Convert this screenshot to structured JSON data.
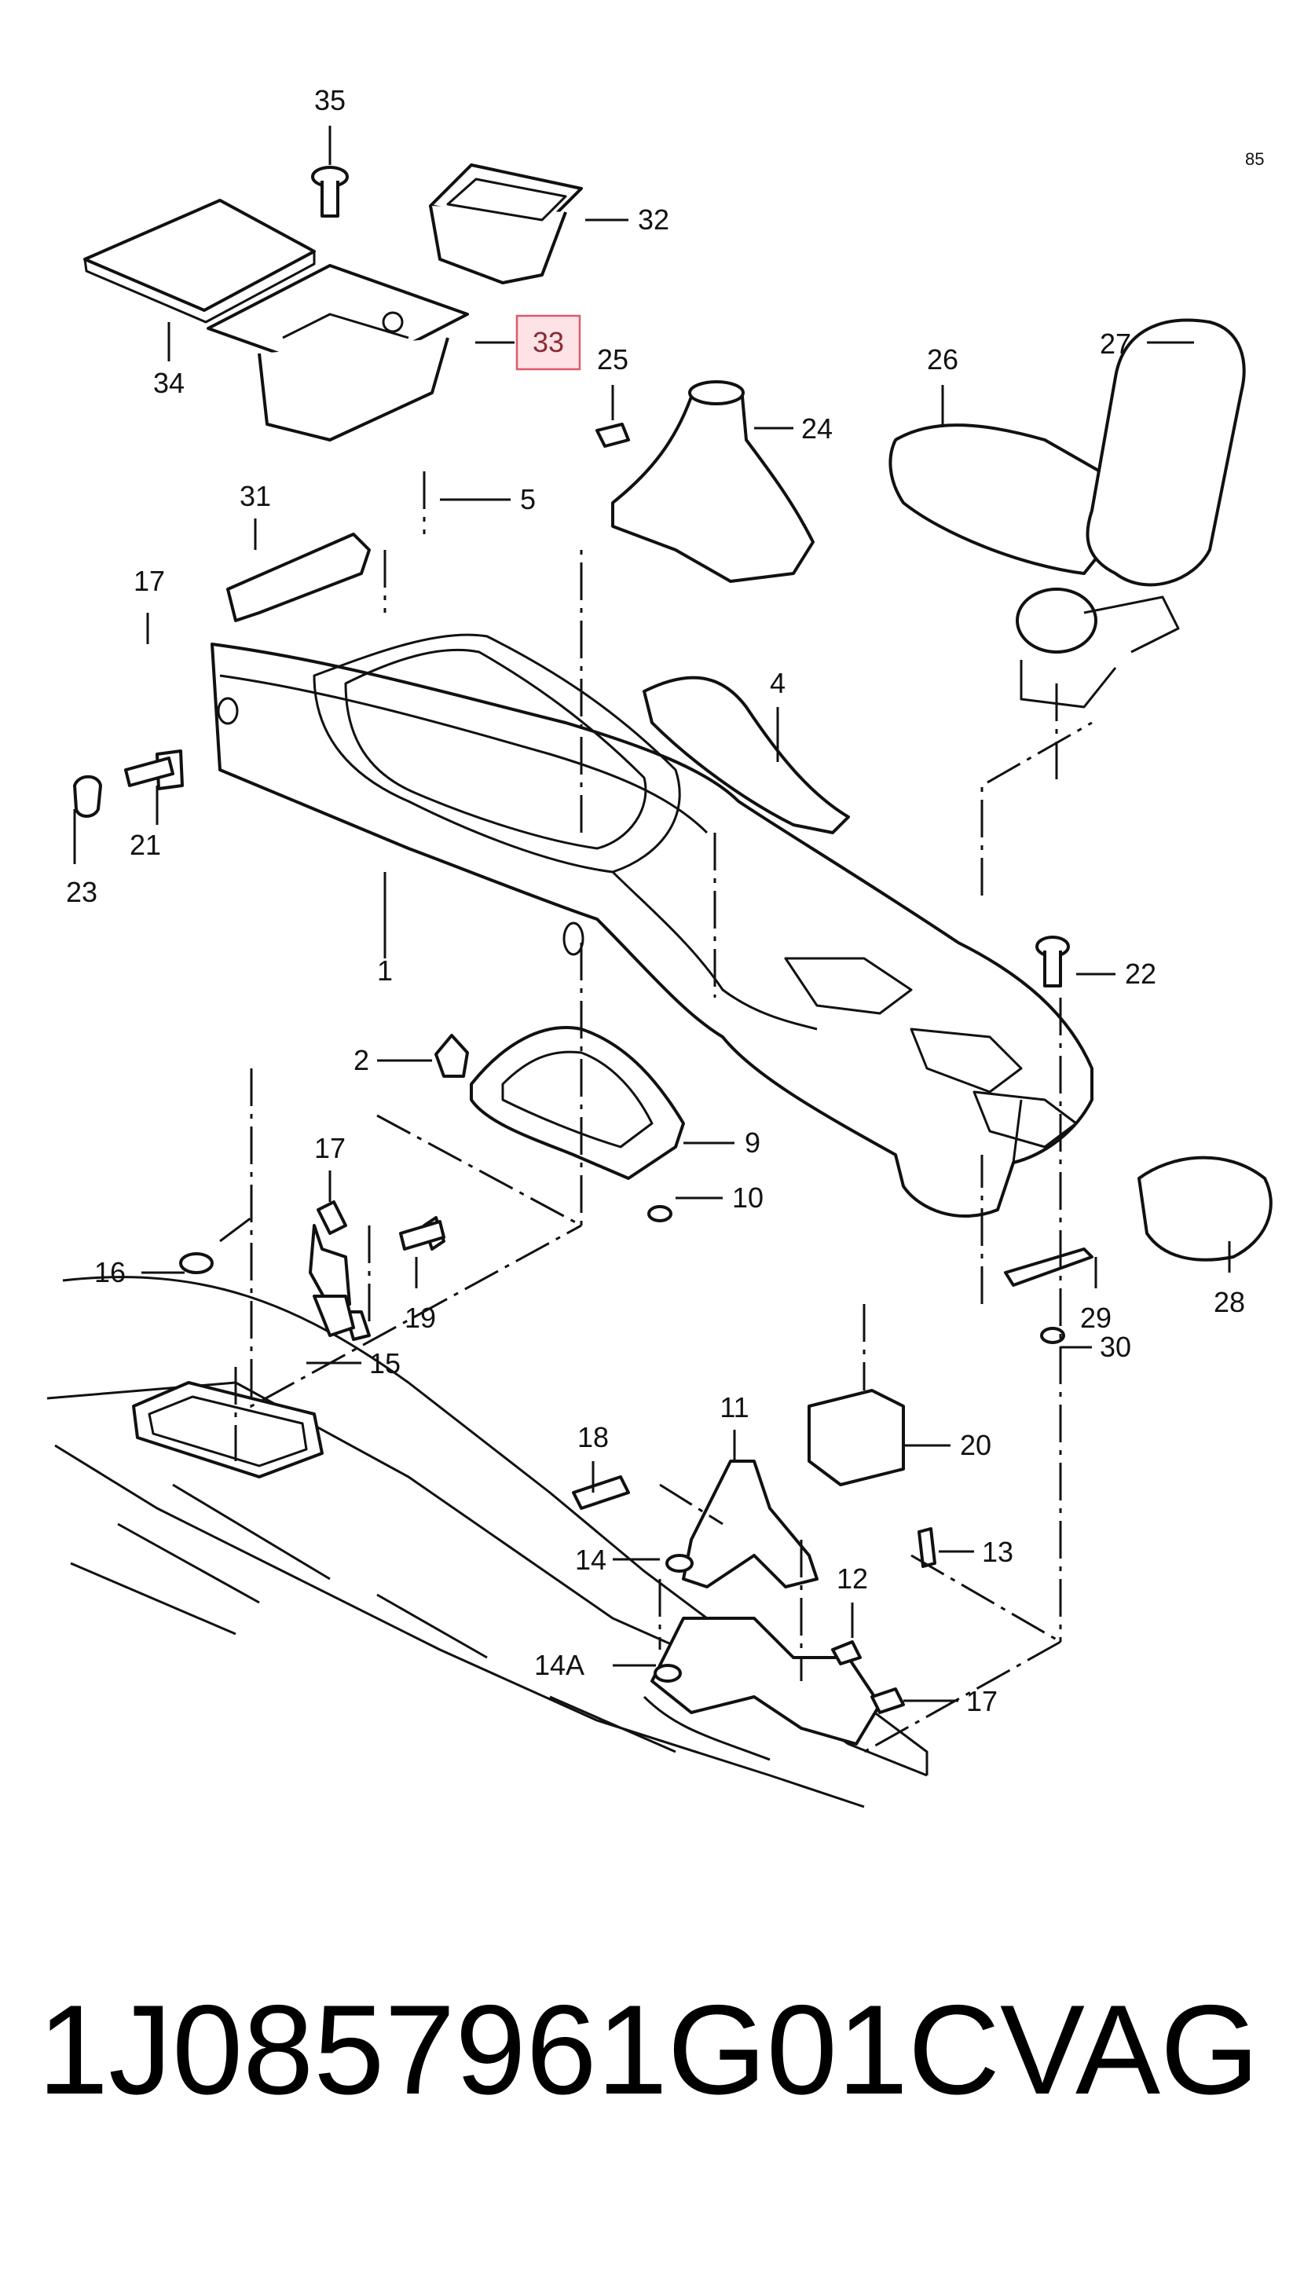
{
  "diagram": {
    "callouts": {
      "c1": "1",
      "c2": "2",
      "c4": "4",
      "c5": "5",
      "c9": "9",
      "c10": "10",
      "c11": "11",
      "c12": "12",
      "c13": "13",
      "c14": "14",
      "c14a": "14A",
      "c15": "15",
      "c16": "16",
      "c17a": "17",
      "c17b": "17",
      "c17c": "17",
      "c18": "18",
      "c19": "19",
      "c20": "20",
      "c21": "21",
      "c22": "22",
      "c23": "23",
      "c24": "24",
      "c25": "25",
      "c26": "26",
      "c27": "27",
      "c28": "28",
      "c29": "29",
      "c30": "30",
      "c31": "31",
      "c32": "32",
      "c33": "33",
      "c34": "34",
      "c35": "35"
    },
    "highlighted_callout": "33",
    "highlight_color": "#fde3e6",
    "highlight_border_color": "#e05a6a",
    "code_mark": "85"
  },
  "footer": {
    "part_number": "1J0857961G01C",
    "brand": "VAG"
  }
}
